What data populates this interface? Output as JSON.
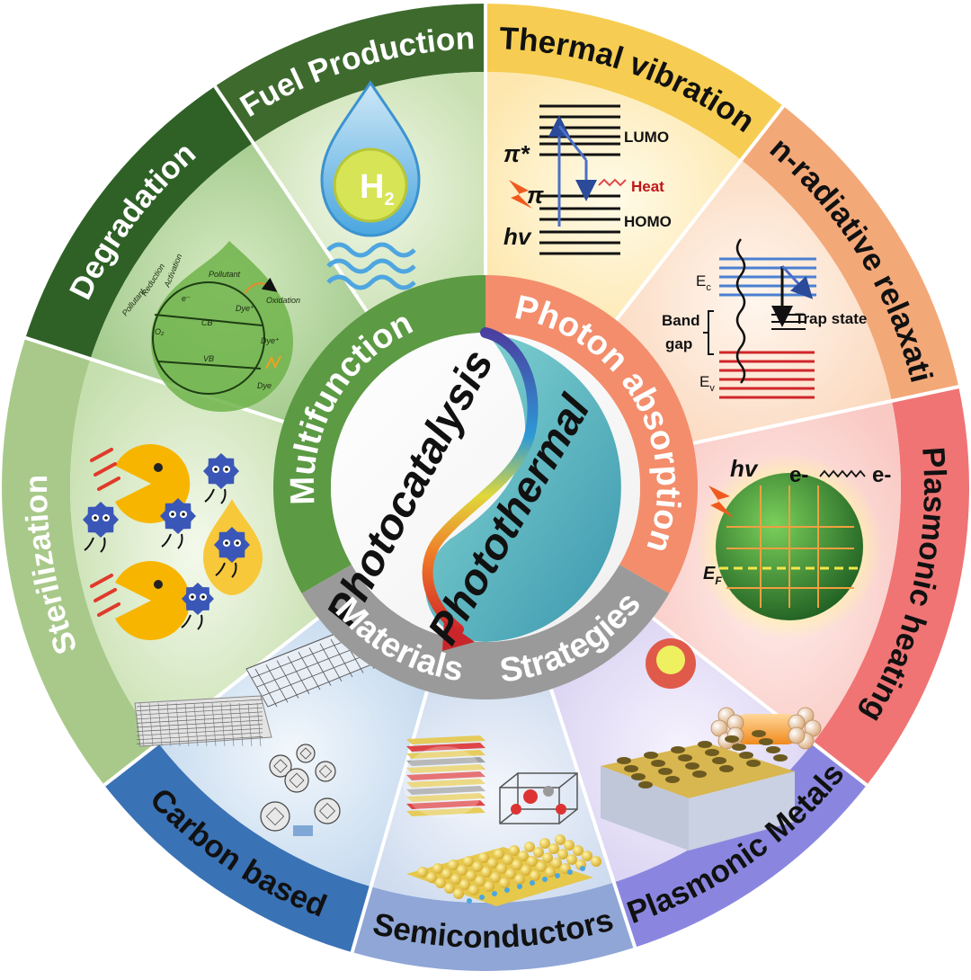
{
  "colors": {
    "fuel": "#3e6a2e",
    "degradation": "#2f6127",
    "sterilization": "#a9c98a",
    "thermal": "#f6cd52",
    "nonradiative": "#f3a878",
    "plasmonic_heating": "#f07474",
    "plasmonic_metals": "#8a86e0",
    "semiconductors": "#8fa6d6",
    "carbon": "#3a72b6",
    "multifunction": "#5c9a44",
    "photon": "#f38d6c",
    "materials": "#9a9a9a"
  },
  "rim": {
    "fuel_production": "Fuel Production",
    "degradation": "Degradation",
    "sterilization": "Sterilization",
    "thermal_vibration": "Thermal vibration",
    "non_radiative_relaxation": "Non-radiative relaxation",
    "plasmonic_heating": "Plasmonic heating",
    "plasmonic_metals": "Plasmonic Metals",
    "semiconductors": "Semiconductors",
    "carbon_based": "Carbon based"
  },
  "ring": {
    "multifunction": "Multifunction",
    "photon_absorption": "Photon absorption",
    "materials": "Materials",
    "strategies": "Strategies"
  },
  "center": {
    "photocatalysis": "Photocatalysis",
    "photothermal": "Photothermal"
  },
  "panels": {
    "fuel": {
      "h2": "H",
      "h2_sub": "2"
    },
    "thermal": {
      "lumo": "LUMO",
      "homo": "HOMO",
      "pi_star": "π*",
      "pi": "π",
      "heat": "Heat",
      "hv": "hv"
    },
    "nonradiative": {
      "ec": "E",
      "ec_sub": "c",
      "ev": "E",
      "ev_sub": "v",
      "band": "Band",
      "gap": "gap",
      "trap": "Trap state"
    },
    "plasmonic": {
      "hv": "hv",
      "e_left": "e-",
      "e_right": "e-",
      "ef": "E",
      "ef_sub": "F"
    },
    "degradation": {
      "pollutant1": "Pollutant",
      "oxidation": "Oxidation",
      "activation": "Activation",
      "reduction": "Reduction",
      "pollutant2": "Pollutant",
      "o2": "O₂",
      "e": "e⁻",
      "cb": "CB",
      "vb": "VB",
      "dye_a": "Dye⁺",
      "dye_b": "Dye⁺",
      "dye_c": "Dye"
    }
  }
}
